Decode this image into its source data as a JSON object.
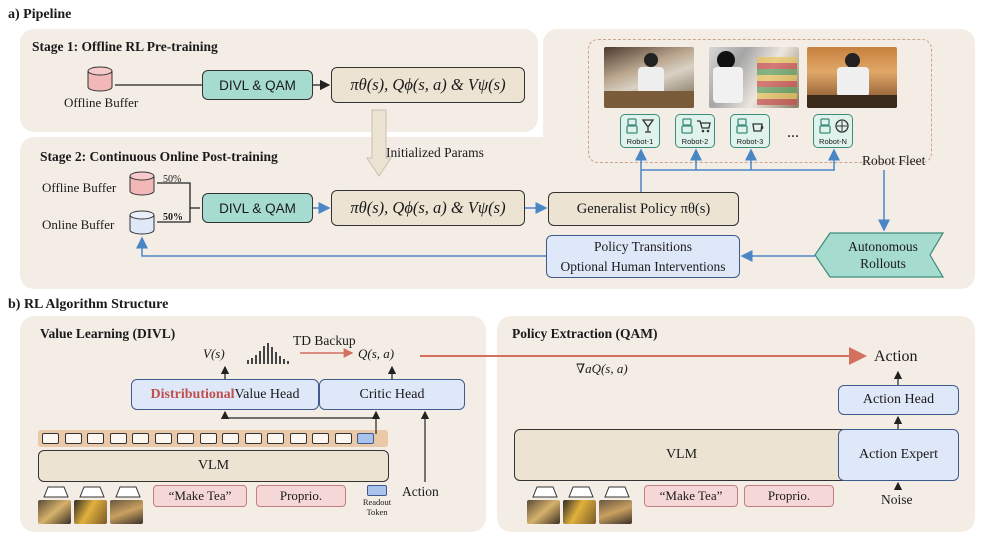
{
  "section_a": {
    "title": "a) Pipeline",
    "stage1": {
      "title": "Stage 1: Offline RL Pre-training",
      "buffer_label": "Offline Buffer",
      "algo_box": "DIVL & QAM",
      "params_box": "πθ(s), Qϕ(s, a) & Vψ(s)"
    },
    "init_params": "Initialized Params",
    "stage2": {
      "title": "Stage 2: Continuous Online Post-training",
      "offline_buffer": "Offline Buffer",
      "online_buffer": "Online Buffer",
      "offline_ratio": "50%",
      "online_ratio": "50%",
      "algo_box": "DIVL & QAM",
      "params_box": "πθ(s), Qϕ(s, a) & Vψ(s)",
      "policy_box": "Generalist Policy πθ(s)",
      "transitions_line1": "Policy Transitions",
      "transitions_line2": "Optional Human Interventions",
      "rollouts": "Autonomous Rollouts"
    },
    "fleet": {
      "label": "Robot Fleet",
      "robots": [
        "Robot-1",
        "Robot-2",
        "Robot-3",
        "Robot-N"
      ],
      "robot_icons": [
        "cocktail-glass-icon",
        "shopping-cart-icon",
        "coffee-cup-icon",
        "compass-icon"
      ],
      "ellipsis": "..."
    }
  },
  "section_b": {
    "title": "b) RL Algorithm Structure",
    "value_learning": {
      "title": "Value Learning (DIVL)",
      "v_label": "V(s)",
      "q_label": "Q(s, a)",
      "td_backup": "TD Backup",
      "value_head_accent": "Distributional",
      "value_head_rest": " Value Head",
      "critic_head": "Critic Head",
      "vlm": "VLM",
      "prompt": "“Make Tea”",
      "proprio": "Proprio.",
      "readout_token": "Readout Token",
      "action": "Action"
    },
    "policy_extraction": {
      "title": "Policy Extraction (QAM)",
      "gradient": "∇aQ(s, a)",
      "action": "Action",
      "action_head": "Action Head",
      "vlm": "VLM",
      "action_expert": "Action Expert",
      "prompt": "“Make Tea”",
      "proprio": "Proprio.",
      "noise": "Noise"
    }
  },
  "colors": {
    "panel": "#f4ede6",
    "teal": "#a6dbd0",
    "beige": "#ece3d2",
    "blue_box": "#dfe8f8",
    "pink": "#f6d7d7",
    "accent_red": "#c0504d",
    "arrow_blue": "#4a86c5",
    "gradient_arrow": "#d4705e"
  }
}
